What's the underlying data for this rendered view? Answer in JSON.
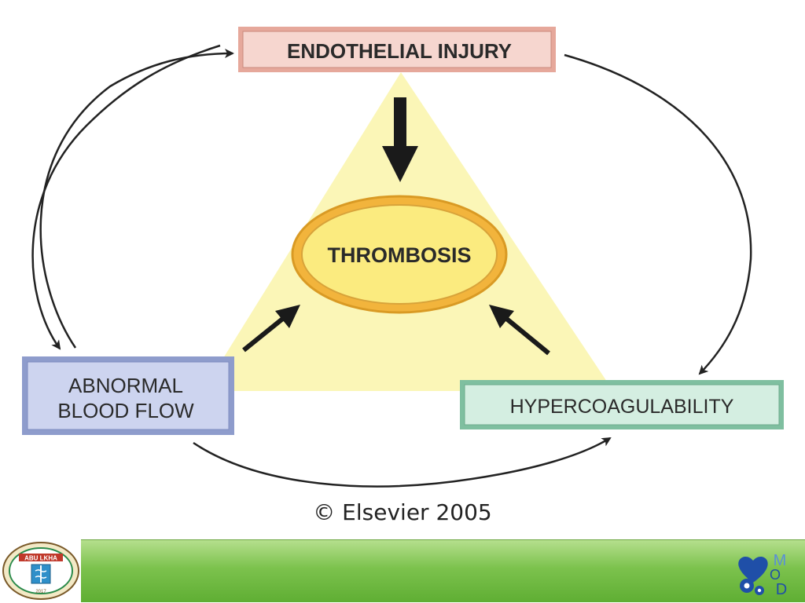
{
  "diagram": {
    "top_box": "ENDOTHELIAL INJURY",
    "center": "THROMBOSIS",
    "left_box_line1": "ABNORMAL",
    "left_box_line2": "BLOOD FLOW",
    "right_box": "HYPERCOAGULABILITY"
  },
  "copyright": "© Elsevier 2005",
  "footer": {
    "left_logo_text": "ABU LKHA",
    "left_logo_year": "2017",
    "right_logo_letters": [
      "M",
      "O",
      "D"
    ]
  },
  "colors": {
    "triangle": "#fbf6b7",
    "top_box_fill": "#f3cfc6",
    "left_box_fill": "#c9d1ee",
    "right_box_fill": "#cfeadd",
    "ellipse_fill": "#fbeb7f",
    "ellipse_stroke": "#e0a52c",
    "footer_green": "#7cc24d",
    "logo_blue": "#1f4fa8"
  }
}
